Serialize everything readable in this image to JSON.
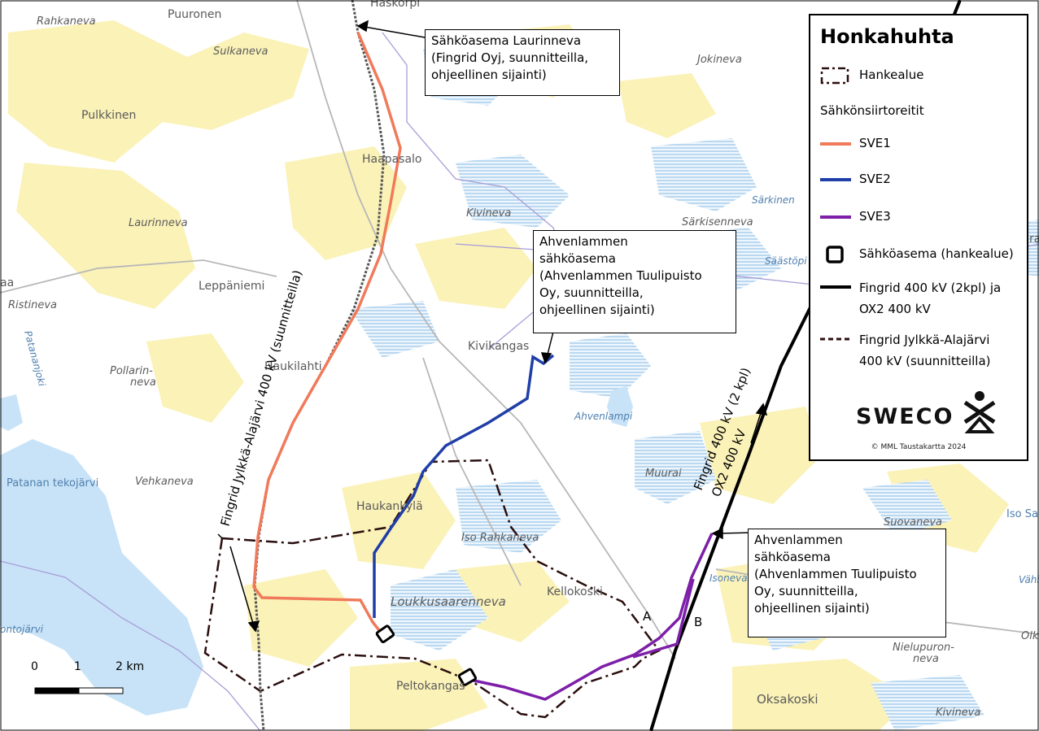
{
  "map": {
    "callouts": {
      "laurinneva": [
        "Sähköasema Laurinneva",
        "(Fingrid Oyj, suunnitteilla,",
        "ohjeellinen sijainti)"
      ],
      "ahvenlampi_north": [
        "Ahvenlammen",
        "sähköasema",
        "(Ahvenlammen Tuulipuisto",
        "Oy, suunnitteilla,",
        "ohjeellinen sijainti)"
      ],
      "ahvenlampi_south": [
        "Ahvenlammen",
        "sähköasema",
        "(Ahvenlammen Tuulipuisto",
        "Oy, suunnitteilla,",
        "ohjeellinen sijainti)"
      ]
    },
    "line_labels": {
      "jylkka": "Fingrid Jylkkä-Alajärvi 400 kV (suunnitteilla)",
      "fingrid_400": "Fingrid 400 kV (2 kpl)",
      "ox2_400": "OX2 400 kV"
    },
    "segment_labels": {
      "a": "A",
      "b": "B"
    },
    "places": {
      "rahkaneva": "Rahkaneva",
      "puuronen": "Puuronen",
      "haskorpi": "Haskorpi",
      "sulkaneva": "Sulkaneva",
      "pulkkinen": "Pulkkinen",
      "haapasalo": "Haapasalo",
      "laurinneva": "Laurinneva",
      "kivineva": "Kivineva",
      "jokineva": "Jokineva",
      "sarkinen": "Särkinen",
      "sarkisenneva": "Särkisenneva",
      "saastopi": "Säästöpi",
      "leppaniemi": "Leppäniemi",
      "ristineva": "Ristineva",
      "patananjoki": "Patananjoki",
      "pollarinneva_1": "Pollarin-",
      "pollarinneva_2": "neva",
      "haukilahti": "Haukilahti",
      "kivikangas": "Kivikangas",
      "ahvenlampi": "Ahvenlampi",
      "patanan_tekojarvi": "Patanan tekojärvi",
      "vehkaneva": "Vehkaneva",
      "haukankyla": "Haukankylä",
      "murrai": "Muurai",
      "iso_rahkaneva": "Iso Rahkaneva",
      "kellokoski": "Kellokoski",
      "loukkusaarenneva": "Loukkusaarenneva",
      "isoneva": "Isoneva",
      "suovaneva": "Suovaneva",
      "iso_sa": "Iso Sa",
      "peltokangas": "Peltokangas",
      "nieluporonneva_1": "Nielupuron-",
      "nieluporonneva_2": "neva",
      "oksakoski": "Oksakoski",
      "kivineva_s": "Kivineva",
      "kontojarvi": "ontojärvi",
      "aa": "aa",
      "vahi": "Vähi",
      "olk": "Olk",
      "ra": "ra"
    },
    "scalebar": {
      "zero": "0",
      "one": "1",
      "two": "2 km"
    }
  },
  "legend": {
    "title": "Honkahuhta",
    "hankealue": "Hankealue",
    "section": "Sähkönsiirtoreitit",
    "sve1": "SVE1",
    "sve2": "SVE2",
    "sve3": "SVE3",
    "substation": "Sähköasema (hankealue)",
    "fingrid_line_1": "Fingrid 400 kV (2kpl) ja",
    "fingrid_line_2": "OX2 400 kV",
    "jylkka_line_1": "Fingrid Jylkkä-Alajärvi",
    "jylkka_line_2": "400 kV (suunnitteilla)",
    "brand": "SWECO",
    "copyright": "© MML Taustakartta 2024"
  },
  "colors": {
    "sve1": "#f07a5a",
    "sve2": "#1f3ea8",
    "sve3": "#7d1fa8",
    "project_area": "#2b0e0e",
    "field": "#fbf2b8",
    "bog": "#a9cfee",
    "lake": "#c8e3f7",
    "road": "#b7b7b7",
    "boundary": "#a89dd6"
  }
}
